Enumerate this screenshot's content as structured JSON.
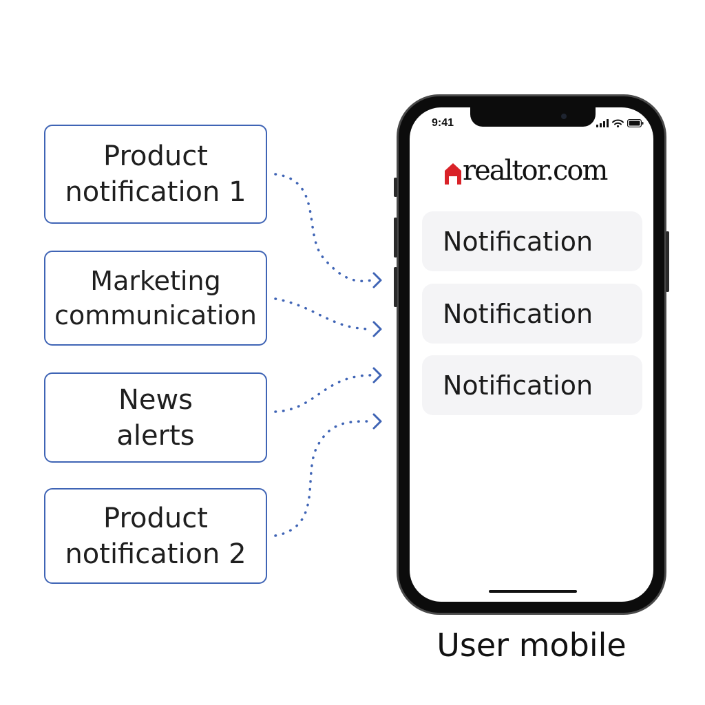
{
  "sources": [
    {
      "label": "Product\nnotification 1"
    },
    {
      "label": "Marketing\ncommunication"
    },
    {
      "label": "News\nalerts"
    },
    {
      "label": "Product\nnotification 2"
    }
  ],
  "phone": {
    "status_time": "9:41",
    "brand": "realtor.com",
    "notifications": [
      {
        "label": "Notification"
      },
      {
        "label": "Notification"
      },
      {
        "label": "Notification"
      }
    ],
    "caption": "User mobile"
  },
  "colors": {
    "box_border": "#3f64b5",
    "connector": "#3f64b5",
    "brand_red": "#d92228",
    "notification_bg": "#f4f4f6"
  },
  "icons": [
    "signal-icon",
    "wifi-icon",
    "battery-icon",
    "house-logo-icon",
    "arrow-head-icon"
  ]
}
